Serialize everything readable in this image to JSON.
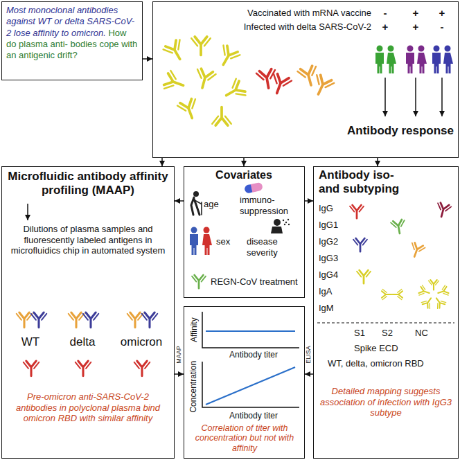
{
  "diagram": {
    "nodes": [
      {
        "text": [
          "Most monoclonal antibodies against WT or delta SARS-CoV-2 lose affinity to omicron.",
          "How do plasma anti- bodies cope with an antigenic drift?"
        ]
      },
      {
        "text": [
          "Vaccinated with mRNA vaccine",
          "Infected with delta SARS-CoV-2",
          "Antibody response"
        ]
      },
      {
        "text": [
          "Microfluidic antibody affinity profiling (MAAP)",
          "Dilutions of plasma samples and fluorescently labeled antigens in microfluidics chip in automated system",
          "WT",
          "delta",
          "omicron",
          "Pre-omicron anti-SARS-CoV-2 antibodies in polyclonal plasma bind omicron RBD with similar affinity"
        ]
      },
      {
        "text": [
          "Covariates",
          "age",
          "sex",
          "immuno- suppression",
          "disease severity",
          "REGN-CoV treatment"
        ]
      },
      {
        "text": [
          "Affinity",
          "Antibody titer",
          "Concentration",
          "Antibody titer",
          "Correlation of titer with concentration but not with affinity"
        ]
      },
      {
        "text": [
          "Antibody iso- and subtyping",
          "IgG",
          "IgG1",
          "IgG2",
          "IgG3",
          "IgG4",
          "IgA",
          "IgM",
          "S1",
          "S2",
          "NC",
          "Spike ECD",
          "WT, delta, omicron RBD",
          "Detailed mapping suggests association of infection with IgG3 subtype"
        ]
      }
    ],
    "edges": [
      {
        "from": 0,
        "to": 1,
        "arrow": "to"
      },
      {
        "from": 1,
        "to": 2,
        "arrow": "to"
      },
      {
        "from": 1,
        "to": 3,
        "arrow": "to"
      },
      {
        "from": 1,
        "to": 5,
        "arrow": "to"
      },
      {
        "from": 3,
        "to": 2,
        "arrow": "to"
      },
      {
        "from": 3,
        "to": 5,
        "arrow": "to"
      },
      {
        "from": 2,
        "to": 4,
        "label": "MAAP",
        "arrow": "to"
      },
      {
        "from": 5,
        "to": 4,
        "label": "ELISA",
        "arrow": "to"
      }
    ],
    "labels": [
      "-",
      "+",
      "+",
      "+",
      "+",
      "-"
    ]
  }
}
